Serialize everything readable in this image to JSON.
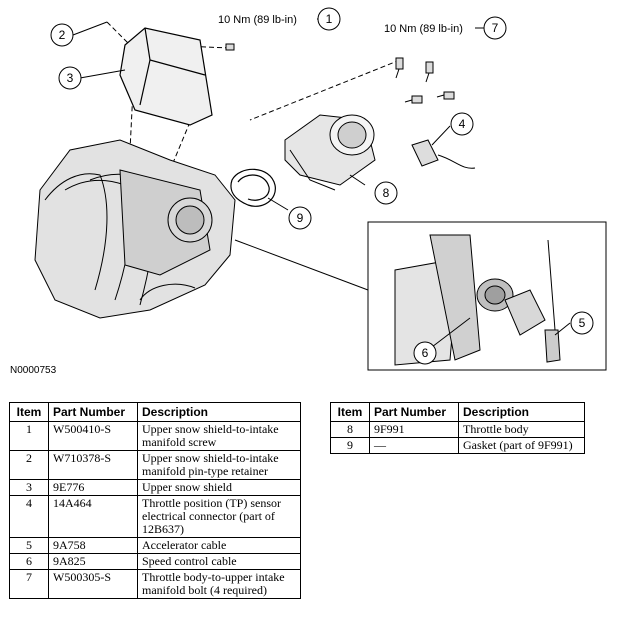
{
  "figure": {
    "id_label": "N0000753",
    "torque_1": "10 Nm (89 lb-in)",
    "torque_7": "10 Nm (89 lb-in)",
    "callouts": [
      "1",
      "2",
      "3",
      "4",
      "5",
      "6",
      "7",
      "8",
      "9"
    ]
  },
  "table": {
    "headers": {
      "item": "Item",
      "part": "Part Number",
      "desc": "Description"
    },
    "rows_left": [
      {
        "item": "1",
        "part": "W500410-S",
        "desc": "Upper snow shield-to-intake manifold screw"
      },
      {
        "item": "2",
        "part": "W710378-S",
        "desc": "Upper snow shield-to-intake manifold pin-type retainer"
      },
      {
        "item": "3",
        "part": "9E776",
        "desc": "Upper snow shield"
      },
      {
        "item": "4",
        "part": "14A464",
        "desc": "Throttle position (TP) sensor electrical connector (part of 12B637)"
      },
      {
        "item": "5",
        "part": "9A758",
        "desc": "Accelerator cable"
      },
      {
        "item": "6",
        "part": "9A825",
        "desc": "Speed control cable"
      },
      {
        "item": "7",
        "part": "W500305-S",
        "desc": "Throttle body-to-upper intake manifold bolt (4 required)"
      }
    ],
    "rows_right": [
      {
        "item": "8",
        "part": "9F991",
        "desc": "Throttle body"
      },
      {
        "item": "9",
        "part": "—",
        "desc": "Gasket (part of 9F991)"
      }
    ]
  }
}
